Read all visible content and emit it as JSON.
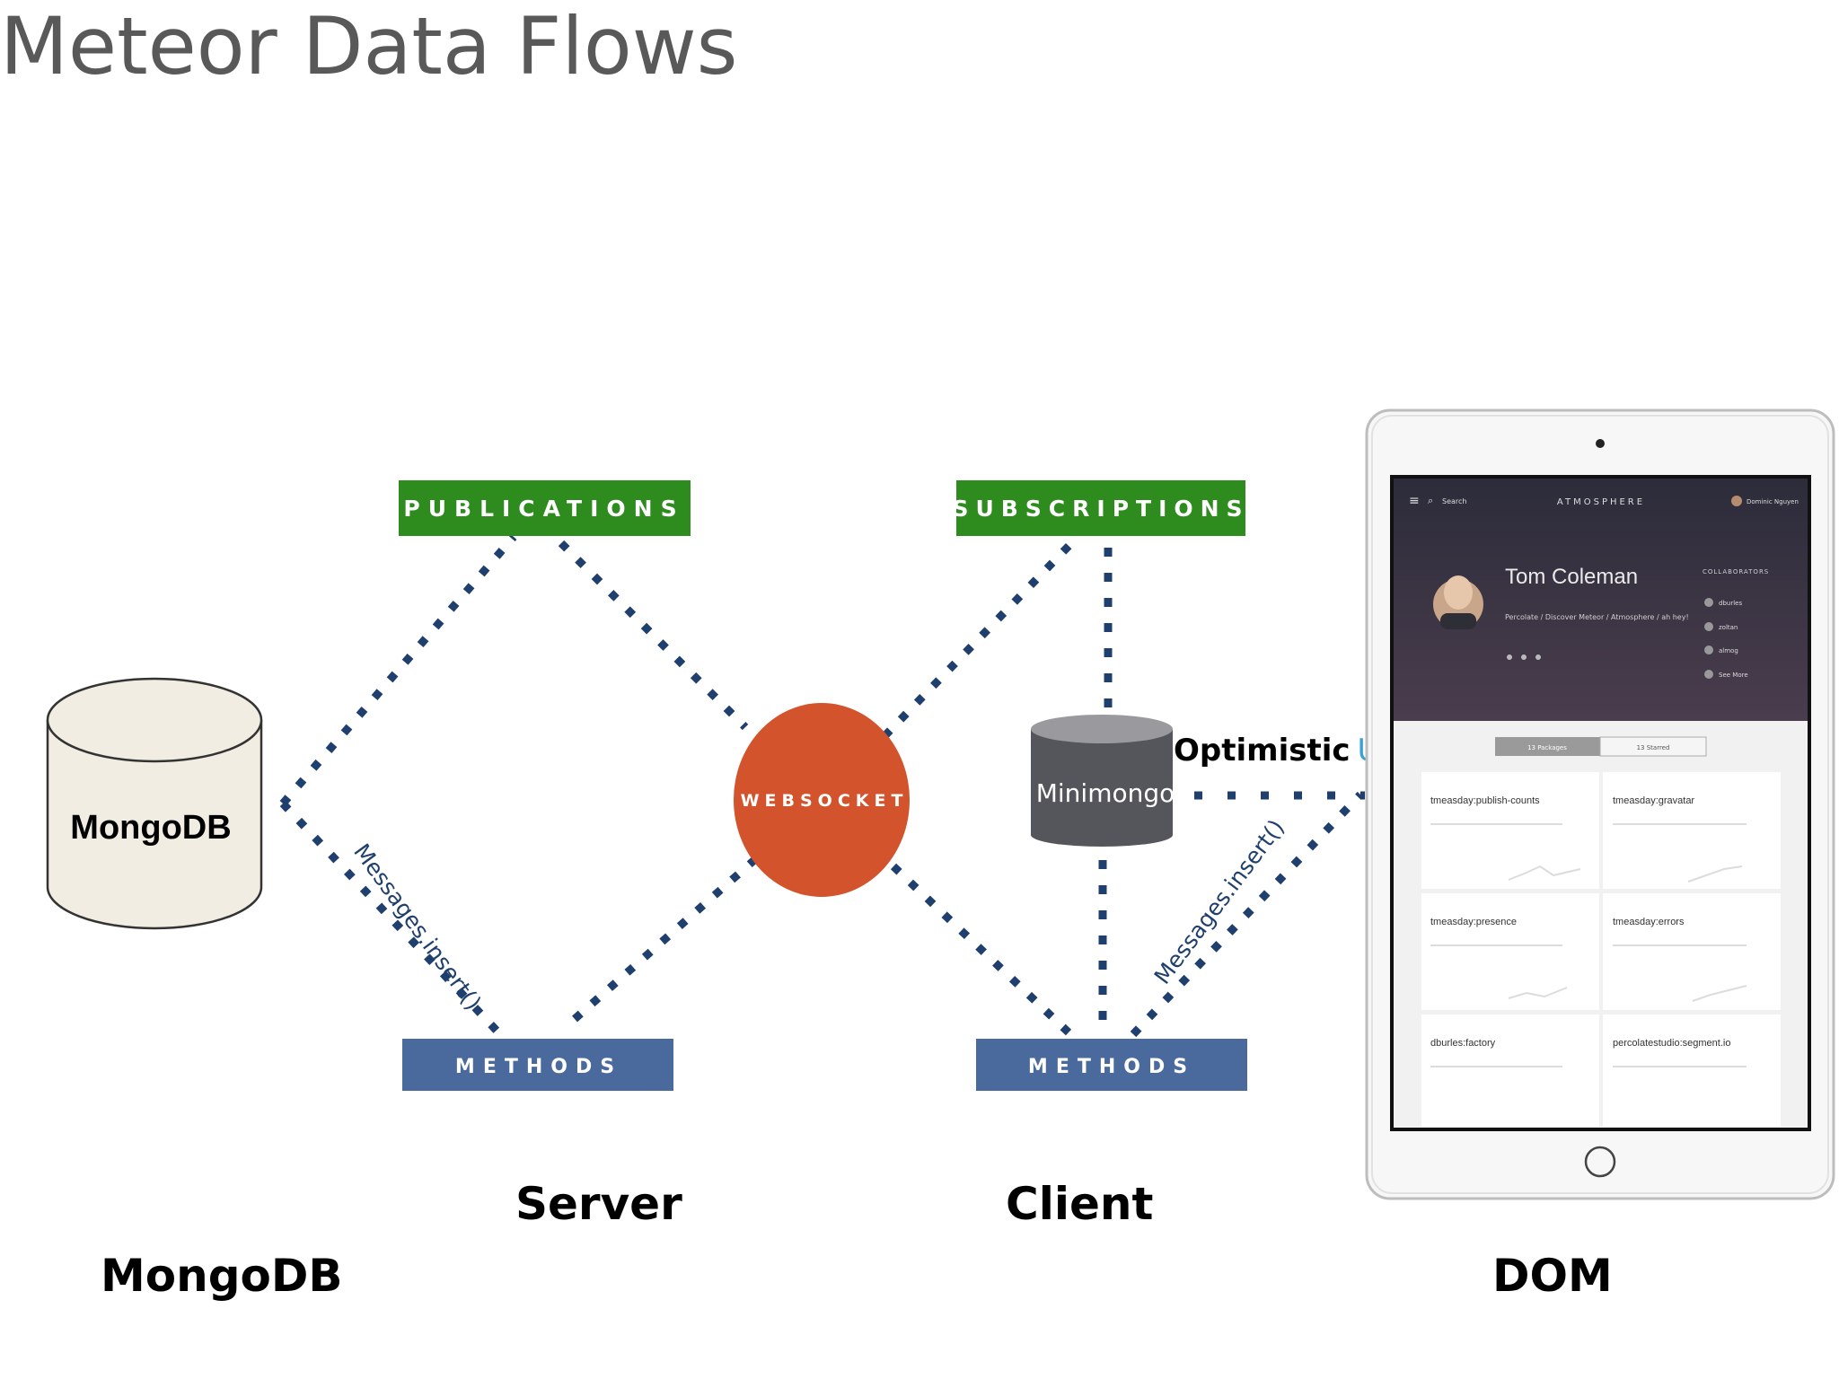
{
  "slide": {
    "title": "Meteor Data Flows"
  },
  "diagram": {
    "publications": "PUBLICATIONS",
    "subscriptions": "SUBSCRIPTIONS",
    "websocket": "WEBSOCKET",
    "server_methods": "METHODS",
    "client_methods": "METHODS",
    "mongodb_db": "MongoDB",
    "minimongo": "Minimongo",
    "optimistic": "Optimistic",
    "ui": "UI",
    "server_insert": "Messages.insert()",
    "client_insert": "Messages.insert()",
    "colors": {
      "green": "#2e8b1e",
      "blue": "#4a6a9e",
      "websocket": "#d2532c",
      "dots": "#1f3f6e",
      "minimongo": "#55565c",
      "ui": "#3aa0d8"
    }
  },
  "labels": {
    "server": "Server",
    "client": "Client",
    "mongodb": "MongoDB",
    "dom": "DOM"
  },
  "tablet": {
    "app_name": "ATMOSPHERE",
    "search": "Search",
    "user": "Dominic Nguyen",
    "profile_name": "Tom Coleman",
    "profile_desc": "Percolate / Discover Meteor / Atmosphere / ah hey!",
    "collab_heading": "COLLABORATORS",
    "collaborators": [
      "dburles",
      "zoltan",
      "almog",
      "See More"
    ],
    "tabs": [
      "13 Packages",
      "13 Starred"
    ],
    "packages": [
      "tmeasday:publish-counts",
      "tmeasday:gravatar",
      "tmeasday:presence",
      "tmeasday:errors",
      "dburles:factory",
      "percolatestudio:segment.io"
    ]
  }
}
